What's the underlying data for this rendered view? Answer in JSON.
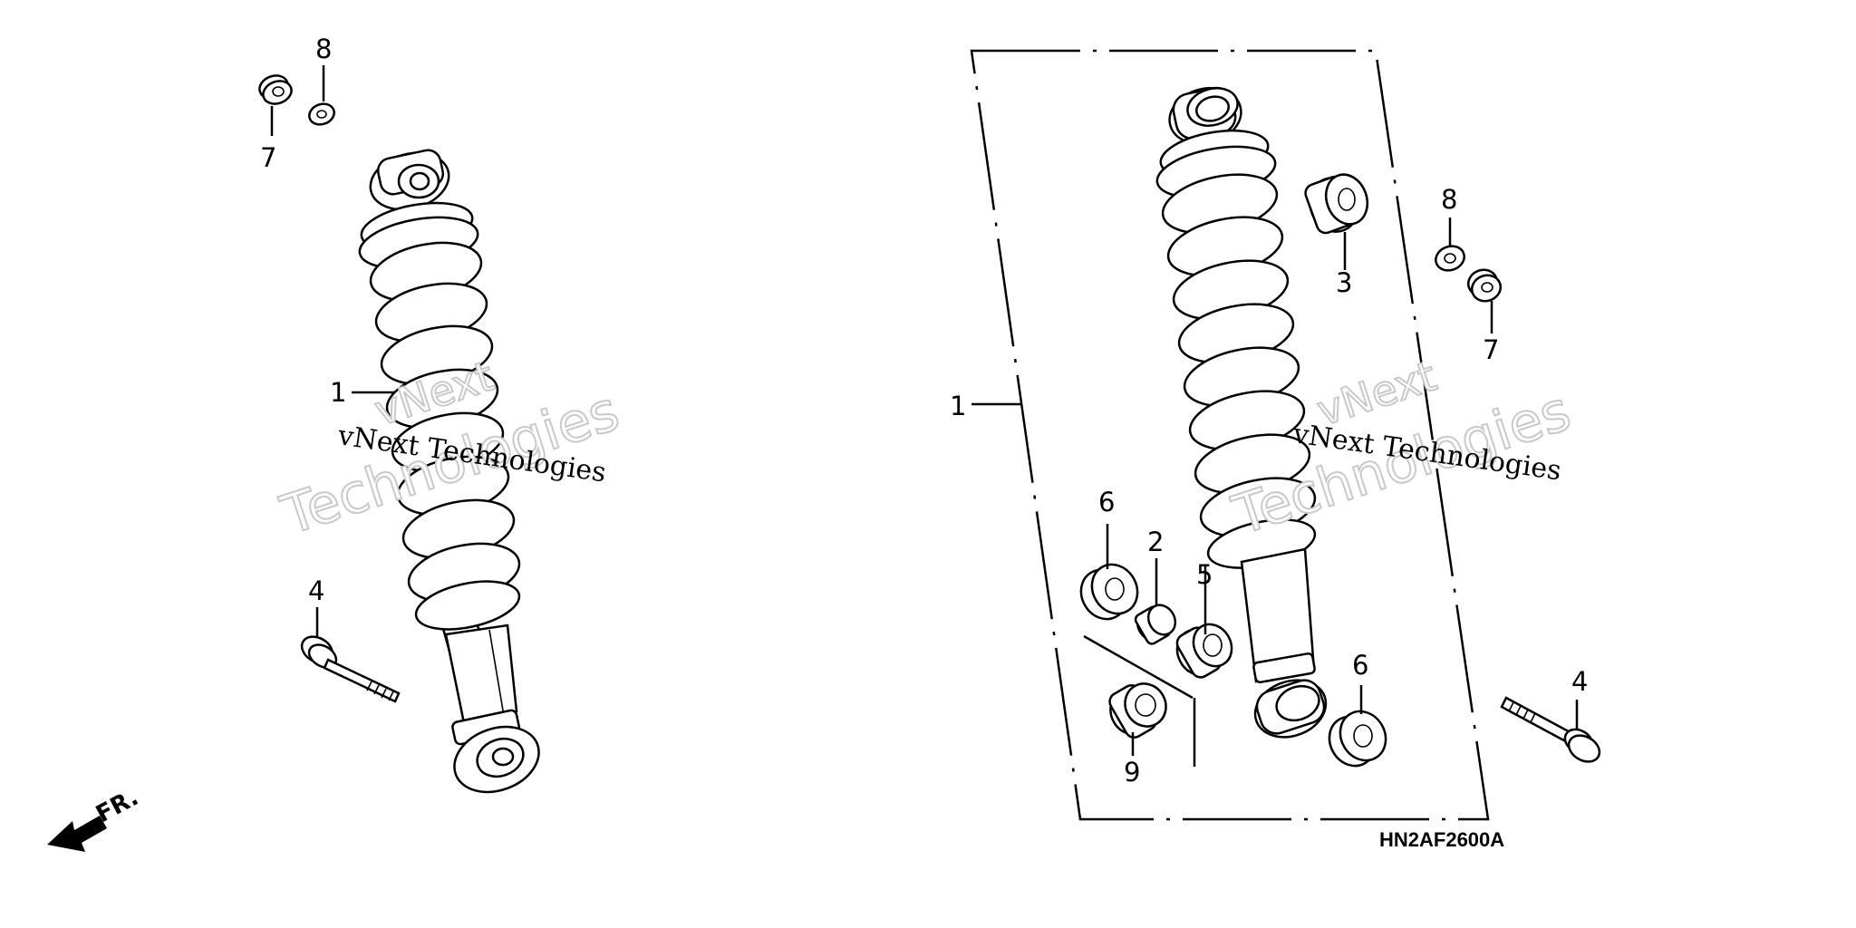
{
  "diagram": {
    "code": "HN2AF2600A",
    "direction_label": "FR.",
    "watermark": {
      "line1": "vNext",
      "line2": "Technologies",
      "serif": "vNext Technologies"
    },
    "left_callouts": {
      "c1": "1",
      "c4": "4",
      "c7": "7",
      "c8": "8"
    },
    "right_callouts": {
      "c1": "1",
      "c2": "2",
      "c3": "3",
      "c4": "4",
      "c5": "5",
      "c6a": "6",
      "c6b": "6",
      "c7": "7",
      "c8": "8",
      "c9": "9"
    }
  }
}
